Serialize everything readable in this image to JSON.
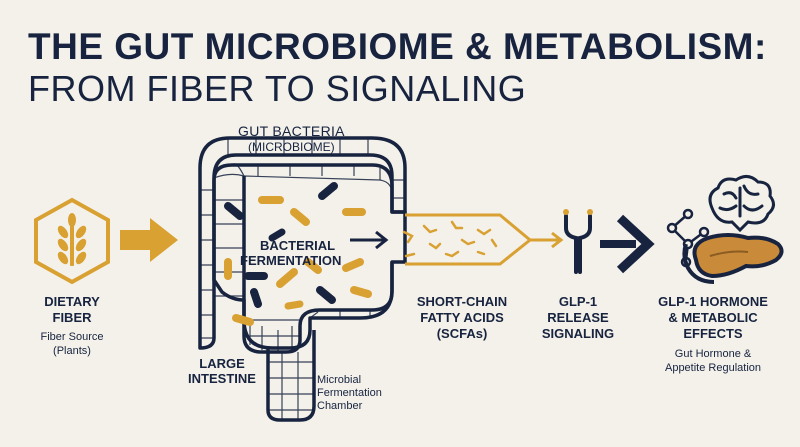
{
  "title": {
    "line1": "THE GUT MICROBIOME & METABOLISM:",
    "line2": "FROM FIBER TO SIGNALING"
  },
  "labels": {
    "gut_bacteria": "GUT BACTERIA",
    "microbiome": "(MICROBIOME)",
    "bacterial": "BACTERIAL",
    "fermentation": "FERMENTATION",
    "dietary": "DIETARY",
    "fiber": "FIBER",
    "fiber_source": "Fiber Source",
    "plants": "(Plants)",
    "large": "LARGE",
    "intestine": "INTESTINE",
    "microbial": "Microbial",
    "fermentation_lower": "Fermentation",
    "chamber": "Chamber",
    "scfa_1": "SHORT-CHAIN",
    "scfa_2": "FATTY ACIDS",
    "scfa_3": "(SCFAs)",
    "glp_1": "GLP-1",
    "glp_2": "RELEASE",
    "glp_3": "SIGNALING",
    "effects_1": "GLP-1 HORMONE",
    "effects_2": "& METABOLIC",
    "effects_3": "EFFECTS",
    "hormone_1": "Gut Hormone &",
    "hormone_2": "Appetite Regulation"
  },
  "colors": {
    "navy": "#17233f",
    "gold": "#d9a032",
    "pancreas": "#c98a3a",
    "background": "#f3f1ea"
  },
  "icons": [
    "wheat-icon",
    "hexagon-icon",
    "receptor-icon",
    "molecule-icon",
    "brain-icon",
    "pancreas-icon"
  ]
}
